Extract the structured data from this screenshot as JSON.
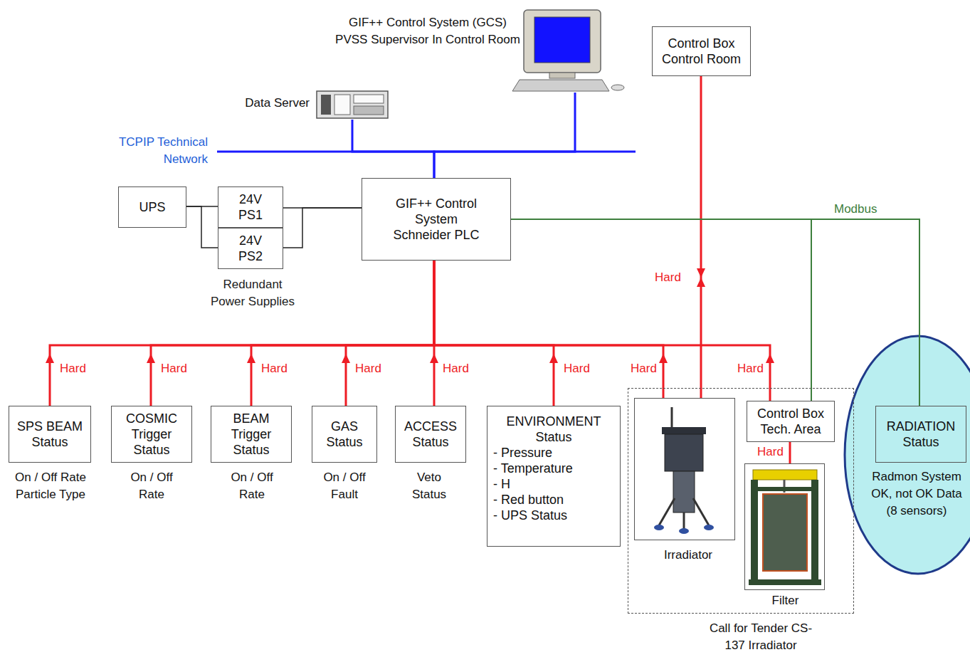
{
  "diagram": {
    "nodes": [
      {
        "text": [
          "GIF++ Control System (GCS) PVSS Supervisor In Control Room"
        ]
      },
      {
        "text": [
          "Control Box Control Room"
        ]
      },
      {
        "text": [
          "Data Server"
        ]
      },
      {
        "text": [
          "UPS"
        ]
      },
      {
        "text": [
          "24V PS1"
        ]
      },
      {
        "text": [
          "24V PS2"
        ]
      },
      {
        "text": [
          "GIF++ Control System Schneider PLC"
        ]
      },
      {
        "text": [
          "SPS BEAM Status",
          "On / Off Rate Particle Type"
        ]
      },
      {
        "text": [
          "COSMIC Trigger Status",
          "On / Off Rate"
        ]
      },
      {
        "text": [
          "BEAM Trigger Status",
          "On / Off Rate"
        ]
      },
      {
        "text": [
          "GAS Status",
          "On / Off Fault"
        ]
      },
      {
        "text": [
          "ACCESS Status",
          "Veto Status"
        ]
      },
      {
        "text": [
          "ENVIRONMENT Status",
          "- Pressure",
          "- Temperature",
          "- H",
          "- Red button",
          "- UPS Status"
        ]
      },
      {
        "text": [
          "Call for Tender CS-137 Irradiator"
        ]
      },
      {
        "text": [
          "Irradiator"
        ],
        "in": 13
      },
      {
        "text": [
          "Control Box Tech. Area"
        ],
        "in": 13
      },
      {
        "text": [
          "Filter"
        ],
        "in": 13
      },
      {
        "text": [
          "Radmon System OK, not OK Data (8 sensors)"
        ]
      },
      {
        "text": [
          "RADIATION Status"
        ],
        "in": 17
      }
    ],
    "edges": [
      {
        "from": 6,
        "to": 2,
        "arrow": "none"
      },
      {
        "from": 6,
        "to": 0,
        "arrow": "none"
      },
      {
        "from": 3,
        "to": 4,
        "arrow": "none"
      },
      {
        "from": 3,
        "to": 5,
        "arrow": "none"
      },
      {
        "from": 4,
        "to": 6,
        "arrow": "none"
      },
      {
        "from": 5,
        "to": 6,
        "arrow": "none"
      },
      {
        "from": 7,
        "to": 6,
        "arrow": "to",
        "label": "Hard"
      },
      {
        "from": 8,
        "to": 6,
        "arrow": "to",
        "label": "Hard"
      },
      {
        "from": 9,
        "to": 6,
        "arrow": "to",
        "label": "Hard"
      },
      {
        "from": 10,
        "to": 6,
        "arrow": "to",
        "label": "Hard"
      },
      {
        "from": 11,
        "to": 6,
        "arrow": "to",
        "label": "Hard"
      },
      {
        "from": 12,
        "to": 6,
        "arrow": "to",
        "label": "Hard"
      },
      {
        "from": 14,
        "to": 6,
        "arrow": "to",
        "label": "Hard"
      },
      {
        "from": 15,
        "to": 6,
        "arrow": "to",
        "label": "Hard"
      },
      {
        "from": 1,
        "to": 14,
        "arrow": "both",
        "label": "Hard"
      },
      {
        "from": 15,
        "to": 16,
        "arrow": "none",
        "label": "Hard"
      },
      {
        "from": 6,
        "to": 15,
        "arrow": "none"
      },
      {
        "from": 6,
        "to": 18,
        "arrow": "none",
        "label": "Modbus"
      }
    ],
    "labels": [
      "TCPIP Technical Network",
      "Redundant Power Supplies"
    ]
  }
}
